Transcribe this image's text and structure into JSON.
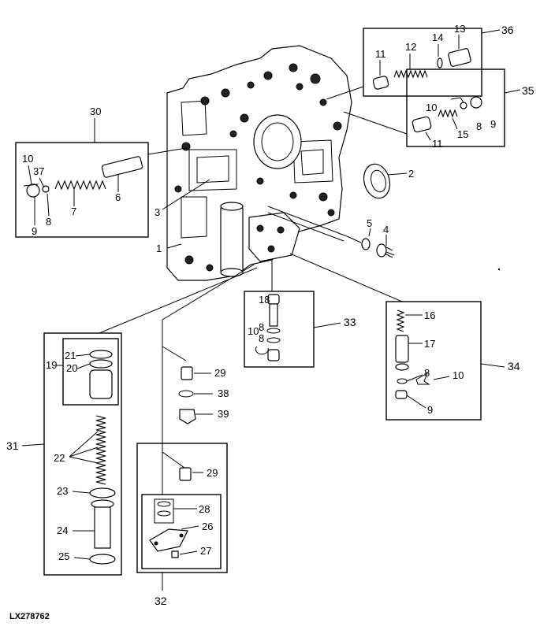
{
  "figure_ref": "LX278762",
  "callouts": {
    "c1": "1",
    "c2": "2",
    "c3": "3",
    "c4": "4",
    "c5": "5",
    "c6": "6",
    "c7": "7",
    "c8a": "8",
    "c9a": "9",
    "c10a": "10",
    "c37": "37",
    "c30": "30",
    "c36": "36",
    "c11a": "11",
    "c12": "12",
    "c13": "13",
    "c14": "14",
    "c35": "35",
    "c10b": "10",
    "c11b": "11",
    "c15": "15",
    "c8b": "8",
    "c9b": "9",
    "c33": "33",
    "c18": "18",
    "c10c": "10",
    "c8c": "8",
    "c8d": "8",
    "c34": "34",
    "c16": "16",
    "c17": "17",
    "c8e": "8",
    "c10d": "10",
    "c9c": "9",
    "c31": "31",
    "c19": "19",
    "c21": "21",
    "c20": "20",
    "c22": "22",
    "c23": "23",
    "c24": "24",
    "c25": "25",
    "c29a": "29",
    "c38": "38",
    "c39": "39",
    "c32": "32",
    "c29b": "29",
    "c28": "28",
    "c26": "26",
    "c27": "27"
  }
}
